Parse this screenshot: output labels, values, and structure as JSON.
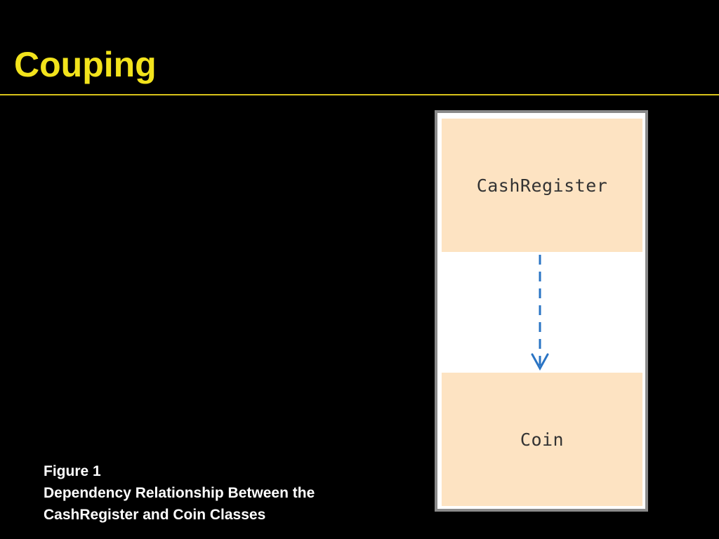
{
  "slide": {
    "title": "Couping"
  },
  "figure": {
    "classes": {
      "source": "CashRegister",
      "target": "Coin"
    },
    "relationship": "dependency",
    "colors": {
      "title": "#f2e31c",
      "rule": "#d8c21a",
      "class_fill": "#fde3c2",
      "arrow": "#2a74c4"
    }
  },
  "caption": {
    "label": "Figure 1",
    "line1": "Dependency Relationship Between the",
    "line2": "CashRegister and Coin Classes"
  }
}
